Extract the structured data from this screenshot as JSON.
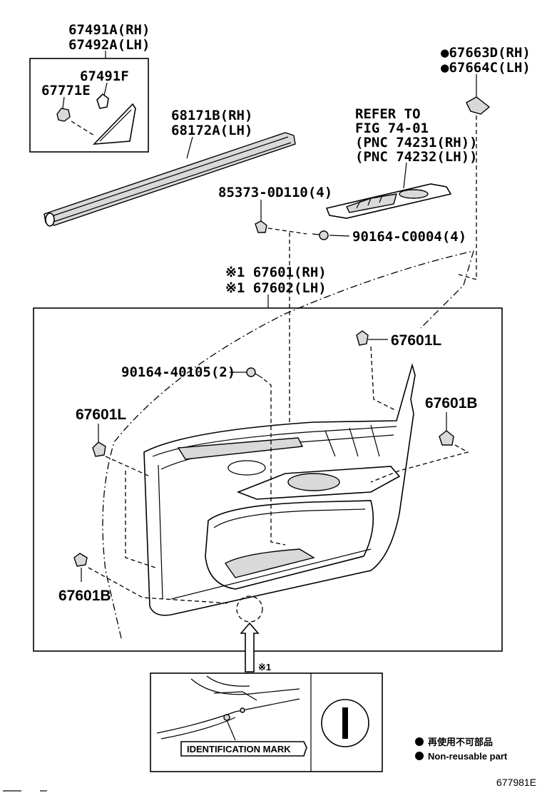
{
  "labels": {
    "garnish_rh": "67491A(RH)",
    "garnish_lh": "67492A(LH)",
    "garnish_f": "67491F",
    "clip_e": "67771E",
    "weatherstrip_rh": "68171B(RH)",
    "weatherstrip_lh": "68172A(LH)",
    "nonreuse_rh": "●67663D(RH)",
    "nonreuse_lh": "●67664C(LH)",
    "refer_1": "REFER TO",
    "refer_2": "FIG 74-01",
    "refer_3": "(PNC 74231(RH))",
    "refer_4": "(PNC 74232(LH))",
    "nut_85373": "85373-0D110(4)",
    "screw_c0004": "90164-C0004(4)",
    "panel_rh": "※1 67601(RH)",
    "panel_lh": "※1 67602(LH)",
    "clip_l_top": "67601L",
    "screw_40105": "90164-40105(2)",
    "clip_b_right": "67601B",
    "clip_l_left": "67601L",
    "clip_b_left": "67601B",
    "note_mark": "※1",
    "id_mark": "IDENTIFICATION MARK",
    "legend_jp": "再使用不可部品",
    "legend_en": "Non-reusable part",
    "figure_id": "677981E"
  }
}
